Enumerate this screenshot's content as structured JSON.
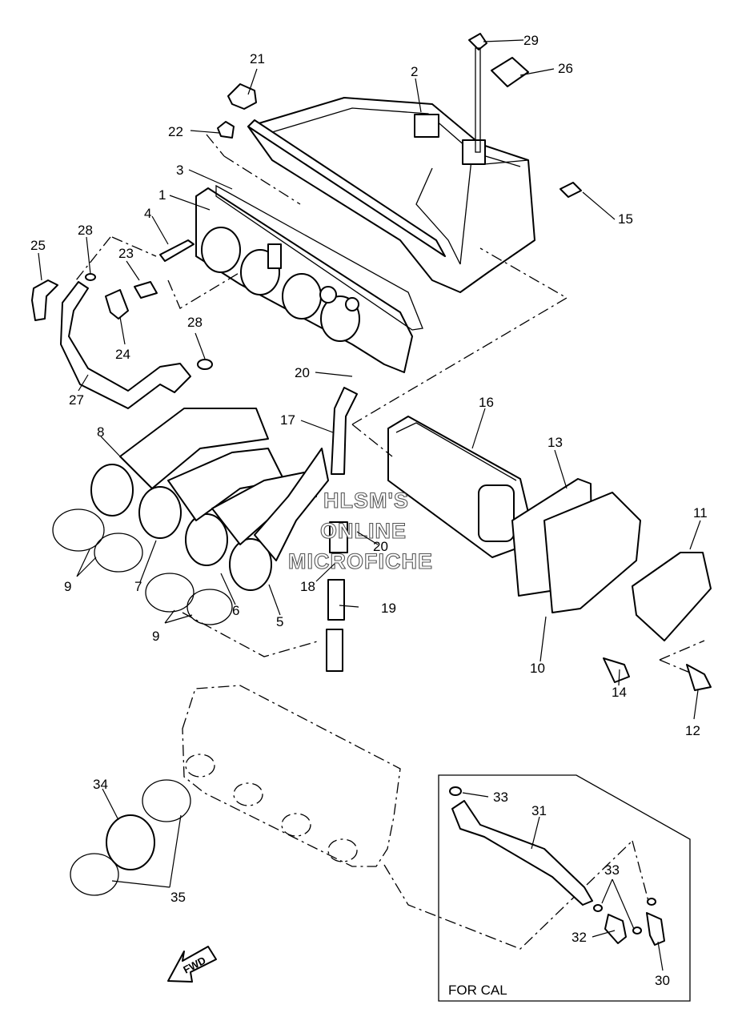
{
  "labels": [
    {
      "id": "1",
      "text": "1"
    },
    {
      "id": "2",
      "text": "2"
    },
    {
      "id": "3",
      "text": "3"
    },
    {
      "id": "4",
      "text": "4"
    },
    {
      "id": "5",
      "text": "5"
    },
    {
      "id": "6",
      "text": "6"
    },
    {
      "id": "7",
      "text": "7"
    },
    {
      "id": "8",
      "text": "8"
    },
    {
      "id": "9a",
      "text": "9"
    },
    {
      "id": "9b",
      "text": "9"
    },
    {
      "id": "10",
      "text": "10"
    },
    {
      "id": "11",
      "text": "11"
    },
    {
      "id": "12",
      "text": "12"
    },
    {
      "id": "13",
      "text": "13"
    },
    {
      "id": "14",
      "text": "14"
    },
    {
      "id": "15",
      "text": "15"
    },
    {
      "id": "16",
      "text": "16"
    },
    {
      "id": "17",
      "text": "17"
    },
    {
      "id": "18",
      "text": "18"
    },
    {
      "id": "19",
      "text": "19"
    },
    {
      "id": "20a",
      "text": "20"
    },
    {
      "id": "20b",
      "text": "20"
    },
    {
      "id": "21",
      "text": "21"
    },
    {
      "id": "22",
      "text": "22"
    },
    {
      "id": "23",
      "text": "23"
    },
    {
      "id": "24",
      "text": "24"
    },
    {
      "id": "25",
      "text": "25"
    },
    {
      "id": "26",
      "text": "26"
    },
    {
      "id": "27",
      "text": "27"
    },
    {
      "id": "28a",
      "text": "28"
    },
    {
      "id": "28b",
      "text": "28"
    },
    {
      "id": "29",
      "text": "29"
    },
    {
      "id": "30",
      "text": "30"
    },
    {
      "id": "31",
      "text": "31"
    },
    {
      "id": "32",
      "text": "32"
    },
    {
      "id": "33a",
      "text": "33"
    },
    {
      "id": "33b",
      "text": "33"
    },
    {
      "id": "34",
      "text": "34"
    },
    {
      "id": "35",
      "text": "35"
    }
  ],
  "watermark": {
    "line1": "HLSM'S",
    "line2": "ONLINE",
    "line3": "MICROFICHE"
  },
  "inset": {
    "caption": "FOR CAL"
  },
  "fwd_arrow": {
    "text": "FWD"
  }
}
